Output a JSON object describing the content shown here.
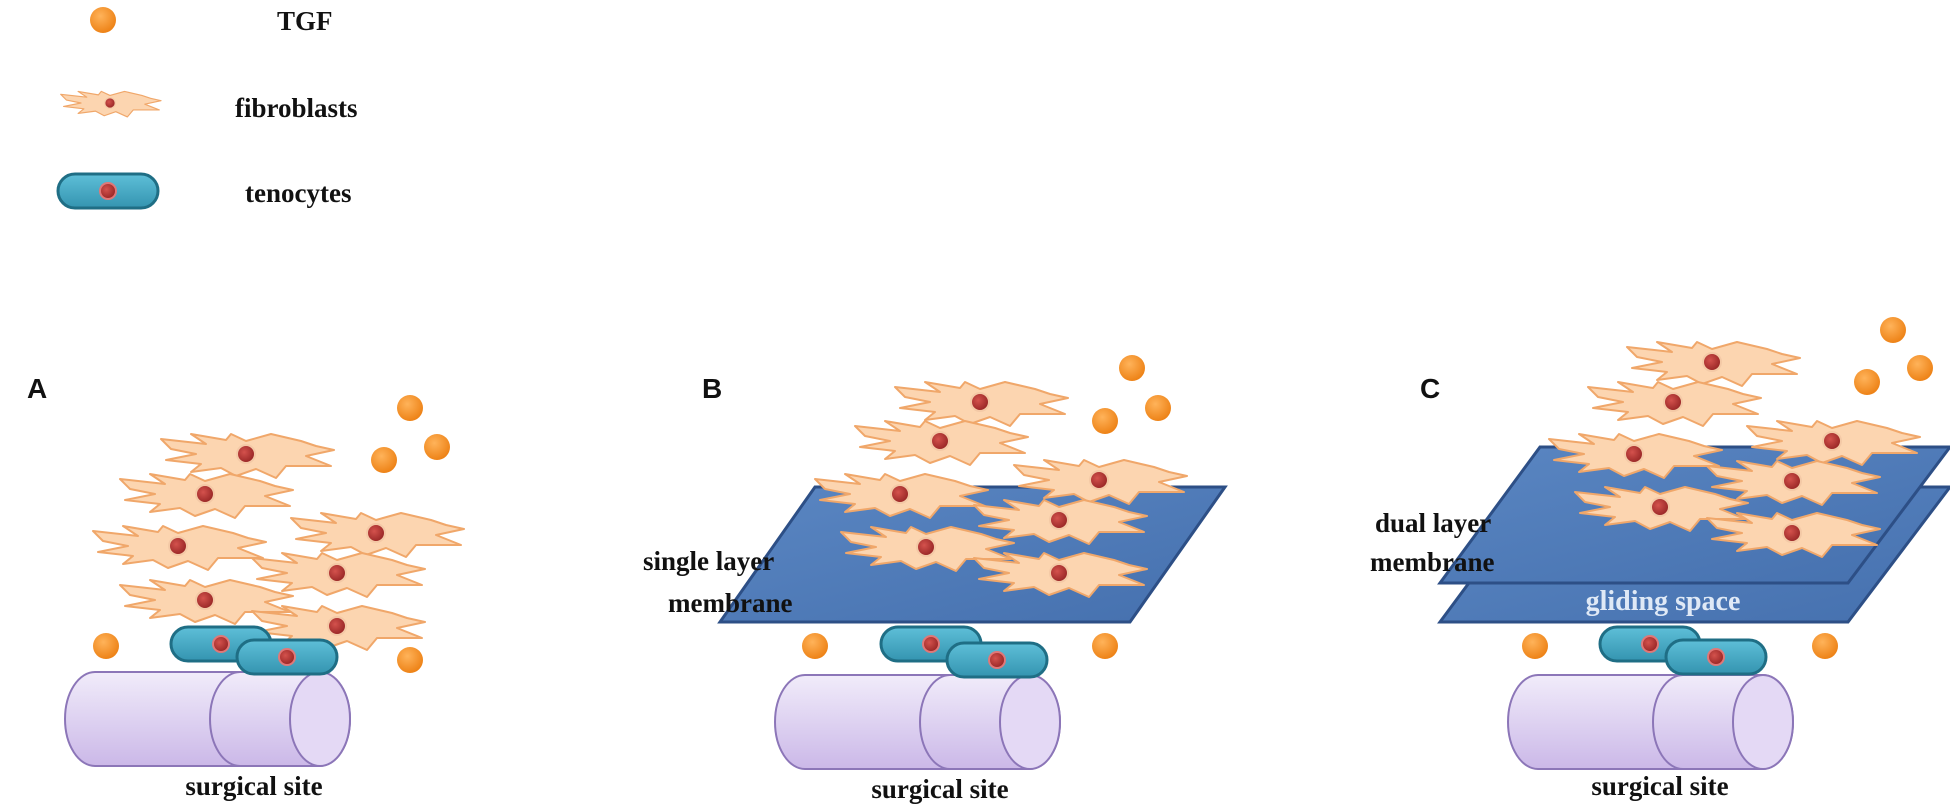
{
  "legend": {
    "tgf": "TGF",
    "fibroblasts": "fibroblasts",
    "tenocytes": "tenocytes"
  },
  "panels": {
    "a": {
      "letter": "A",
      "site": "surgical site"
    },
    "b": {
      "letter": "B",
      "site": "surgical site",
      "membrane_line1": "single layer",
      "membrane_line2": "membrane"
    },
    "c": {
      "letter": "C",
      "site": "surgical site",
      "membrane_line1": "dual layer",
      "membrane_line2": "membrane",
      "gap": "gliding space"
    }
  },
  "colors": {
    "tgf": "#f28b1f",
    "fibroblast_fill": "#fcd5b0",
    "fibroblast_stroke": "#f0a76a",
    "nucleus": "#b0302e",
    "tenocyte_fill": "#44a8c4",
    "tenocyte_stroke": "#1f6e85",
    "tendon_fill": "#dcd0f0",
    "tendon_stroke": "#8c76b8",
    "membrane_fill": "#4d79b8",
    "membrane_stroke": "#2d4f86"
  }
}
